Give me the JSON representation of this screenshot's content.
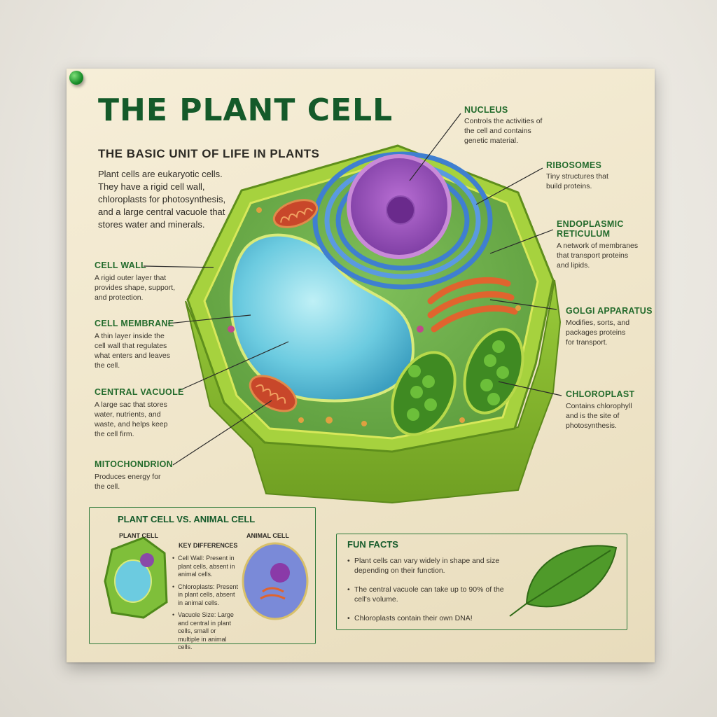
{
  "poster": {
    "title": "THE PLANT CELL",
    "subtitle": "THE BASIC UNIT OF LIFE IN PLANTS",
    "intro": "Plant cells are eukaryotic cells. They have a rigid cell wall, chloroplasts for photosynthesis, and a large central vacuole that stores water and minerals."
  },
  "labels": {
    "cell_wall": {
      "heading": "CELL WALL",
      "text": "A rigid outer layer that provides shape, support, and protection."
    },
    "cell_membrane": {
      "heading": "CELL MEMBRANE",
      "text": "A thin layer inside the cell wall that regulates what enters and leaves the cell."
    },
    "central_vacuole": {
      "heading": "CENTRAL VACUOLE",
      "text": "A large sac that stores water, nutrients, and waste, and helps keep the cell firm."
    },
    "mitochondrion": {
      "heading": "MITOCHONDRION",
      "text": "Produces energy for the cell."
    },
    "nucleus": {
      "heading": "NUCLEUS",
      "text": "Controls the activities of the cell and contains genetic material."
    },
    "ribosomes": {
      "heading": "RIBOSOMES",
      "text": "Tiny structures that build proteins."
    },
    "er": {
      "heading1": "ENDOPLASMIC",
      "heading2": "RETICULUM",
      "text": "A network of membranes that transport proteins and lipids."
    },
    "golgi": {
      "heading": "GOLGI APPARATUS",
      "text": "Modifies, sorts, and packages proteins for transport."
    },
    "chloroplast": {
      "heading": "CHLOROPLAST",
      "text": "Contains chlorophyll and is the site of photosynthesis."
    }
  },
  "comparison": {
    "title": "PLANT CELL VS. ANIMAL CELL",
    "plant_label": "PLANT CELL",
    "animal_label": "ANIMAL CELL",
    "key_heading": "KEY DIFFERENCES",
    "differences": [
      "Cell Wall: Present in plant cells, absent in animal cells.",
      "Chloroplasts: Present in plant cells, absent in animal cells.",
      "Vacuole Size: Large and central in plant cells, small or multiple in animal cells."
    ]
  },
  "fun_facts": {
    "title": "FUN FACTS",
    "items": [
      "Plant cells can vary widely in shape and size depending on their function.",
      "The central vacuole can take up to 90% of the cell's volume.",
      "Chloroplasts contain their own DNA!"
    ]
  },
  "colors": {
    "title_green": "#145a2a",
    "label_green": "#236b2c",
    "cell_wall": "#8cbf2e",
    "vacuole": "#5cc0d8",
    "nucleus": "#b46ac4",
    "er": "#3f7fd0",
    "golgi": "#e0642e",
    "chloroplast": "#4f9a2a"
  }
}
